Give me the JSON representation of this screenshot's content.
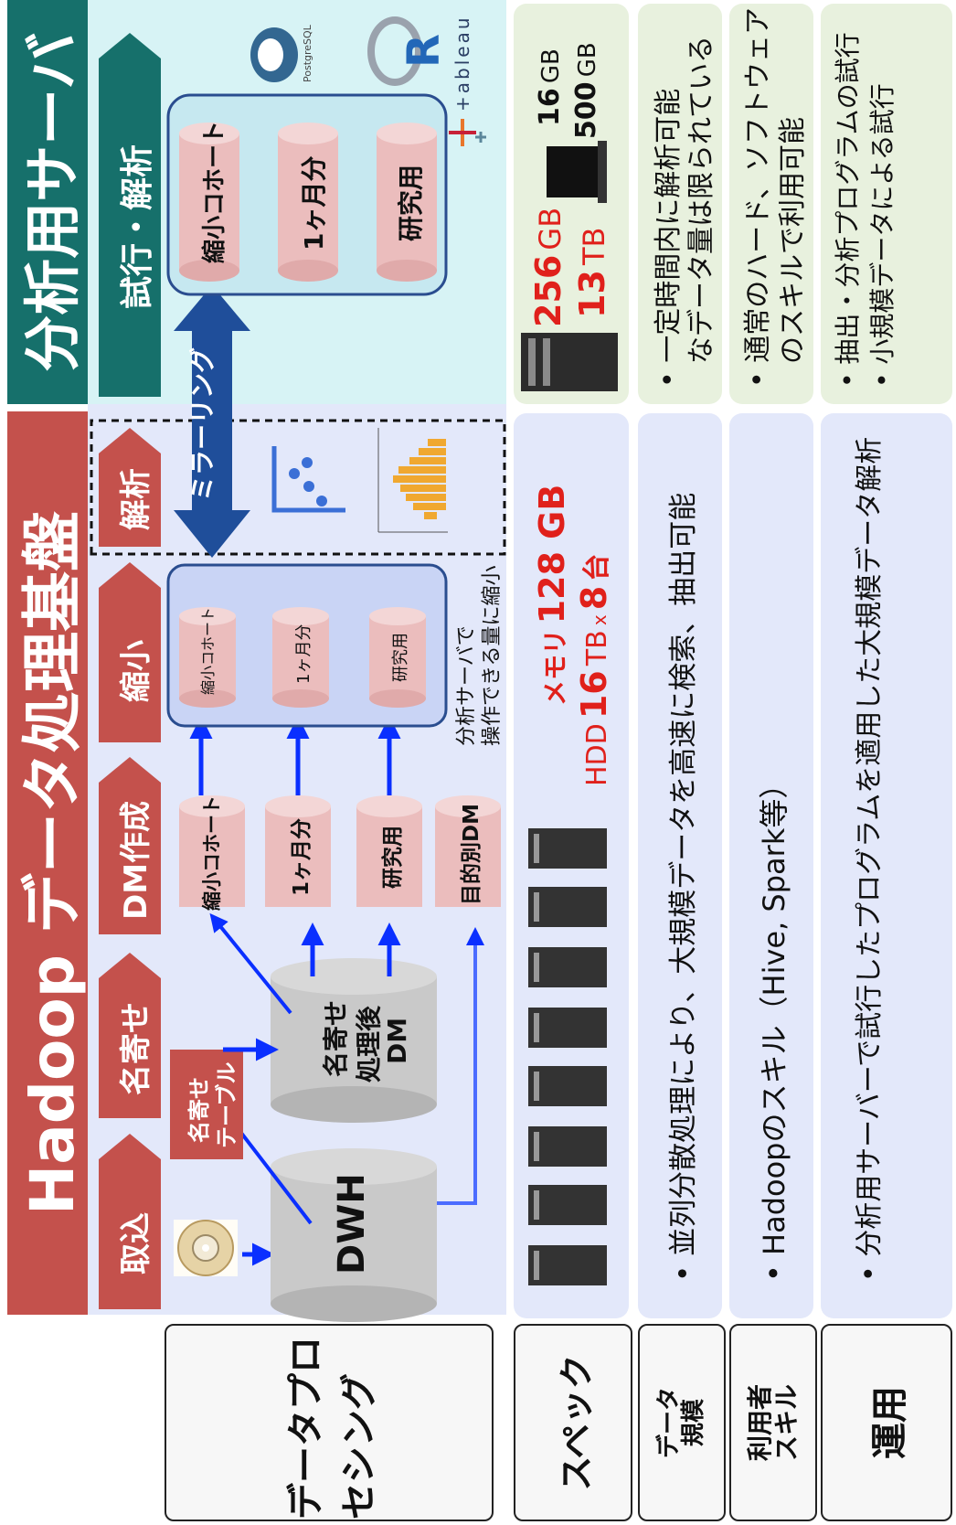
{
  "hadoop": {
    "title": "Hadoop データ処理基盤",
    "steps": [
      "取込",
      "名寄せ",
      "DM作成",
      "縮小",
      "解析"
    ],
    "dwh": "DWH",
    "nayose_table": [
      "名寄せ",
      "テーブル"
    ],
    "processed_dm": [
      "名寄せ",
      "処理後",
      "DM"
    ],
    "datamarts": [
      "縮小コホート",
      "1ヶ月分",
      "研究用",
      "目的別DM"
    ],
    "reduced": [
      "縮小コホート",
      "1ヶ月分",
      "研究用"
    ],
    "note": [
      "分析サーバで",
      "操作できる量に縮小"
    ]
  },
  "mirroring": "ミラーリング",
  "server": {
    "title": "分析用サーバ",
    "step": "試行・解析",
    "cylinders": [
      "縮小コホート",
      "1ヶ月分",
      "研究用"
    ],
    "logos": {
      "postgres": "PostgreSQL",
      "r": "R",
      "tableau": "+ableau"
    }
  },
  "row_labels": {
    "processing": "データプロセシング",
    "spec": "スペック",
    "data_scale": [
      "データ",
      "規模"
    ],
    "skill": [
      "利用者",
      "スキル"
    ],
    "operation": "運用"
  },
  "spec": {
    "hadoop": {
      "memory_label": "メモリ",
      "memory_value": "128 GB",
      "hdd_label": "HDD",
      "hdd_value": "16",
      "hdd_unit": "TB",
      "times": "x",
      "nodes": "8",
      "nodes_unit": "台"
    },
    "server": {
      "memory_value": "256",
      "memory_unit": "GB",
      "disk_value": "13",
      "disk_unit": "TB",
      "pc_memory_value": "16",
      "pc_memory_unit": "GB",
      "pc_disk_value": "500",
      "pc_disk_unit": "GB"
    }
  },
  "data_scale": {
    "hadoop": "並列分散処理により、大規模データを高速に検索、抽出可能",
    "server": [
      "一定時間内に解析可能",
      "なデータ量は限られている"
    ]
  },
  "skill": {
    "hadoop": "Hadoopのスキル（Hive, Spark等）",
    "server": [
      "通常のハード、ソフトウェア",
      "のスキルで利用可能"
    ]
  },
  "operation": {
    "hadoop": "分析用サーバーで試行したプログラムを適用した大規模データ解析",
    "server": [
      "抽出・分析プログラムの試行",
      "小規模データによる試行"
    ]
  },
  "icons": [
    "disc-icon",
    "server-rack-icon",
    "scatter-plot-icon",
    "histogram-icon",
    "laptop-icon",
    "postgresql-logo",
    "r-logo",
    "tableau-logo"
  ],
  "colors": {
    "hadoop_red": "#c4514c",
    "server_teal": "#16706b",
    "spec_red": "#e0201b",
    "arrow_blue": "#0a2fff",
    "cylinder_pink": "#ebbdbd"
  }
}
